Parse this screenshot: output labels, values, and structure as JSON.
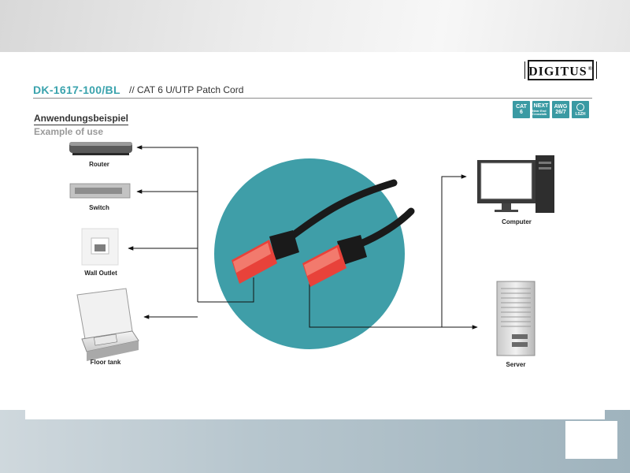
{
  "brand": {
    "name": "DIGITUS",
    "mark": "®"
  },
  "header": {
    "product_code": "DK-1617-100/BL",
    "description": "// CAT 6 U/UTP Patch Cord"
  },
  "badges": [
    {
      "line1": "CAT",
      "line2": "6"
    },
    {
      "line1": "NEXT",
      "line2": "Near End Crosstalk"
    },
    {
      "line1": "AWG",
      "line2": "26/7"
    },
    {
      "line1": "",
      "line2": "LSZH"
    }
  ],
  "section": {
    "title_de": "Anwendungsbeispiel",
    "title_en": "Example of use"
  },
  "devices_left": {
    "router": "Router",
    "switch": "Switch",
    "wall_outlet": "Wall Outlet",
    "floor_tank": "Floor tank"
  },
  "devices_right": {
    "computer": "Computer",
    "server": "Server"
  },
  "colors": {
    "accent": "#3aa3ad",
    "circle": "#3f9ea8",
    "cable": "#1a1a1a",
    "connector": "#e8423a"
  },
  "icons": {
    "router": "router-icon",
    "switch": "switch-icon",
    "wall_outlet": "wall-outlet-icon",
    "floor_tank": "floor-tank-icon",
    "computer": "computer-icon",
    "server": "server-icon",
    "cable": "patch-cable-icon"
  }
}
